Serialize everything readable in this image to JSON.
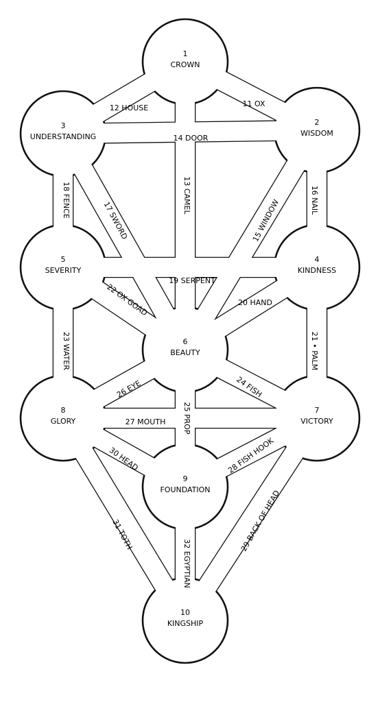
{
  "colors": {
    "fill": "#ffffff",
    "stroke": "#111111",
    "text": "#000000"
  },
  "sefirot": [
    {
      "id": "s1",
      "number": "1",
      "name": "CROWN"
    },
    {
      "id": "s2",
      "number": "2",
      "name": "WISDOM"
    },
    {
      "id": "s3",
      "number": "3",
      "name": "UNDERSTANDING"
    },
    {
      "id": "s4",
      "number": "4",
      "name": "KINDNESS"
    },
    {
      "id": "s5",
      "number": "5",
      "name": "SEVERITY"
    },
    {
      "id": "s6",
      "number": "6",
      "name": "BEAUTY"
    },
    {
      "id": "s7",
      "number": "7",
      "name": "VICTORY"
    },
    {
      "id": "s8",
      "number": "8",
      "name": "GLORY"
    },
    {
      "id": "s9",
      "number": "9",
      "name": "FOUNDATION"
    },
    {
      "id": "s10",
      "number": "10",
      "name": "KINGSHIP"
    }
  ],
  "paths": [
    {
      "id": "p11",
      "text": "11 OX"
    },
    {
      "id": "p12",
      "text": "12 HOUSE"
    },
    {
      "id": "p13",
      "text": "13 CAMEL"
    },
    {
      "id": "p14",
      "text": "14 DOOR"
    },
    {
      "id": "p15",
      "text": "15 WINDOW"
    },
    {
      "id": "p16",
      "text": "16 NAIL"
    },
    {
      "id": "p17",
      "text": "17 SWORD"
    },
    {
      "id": "p18",
      "text": "18 FENCE"
    },
    {
      "id": "p19",
      "text": "19 SERPENT"
    },
    {
      "id": "p20",
      "text": "20 HAND"
    },
    {
      "id": "p21",
      "text": "21 • PALM"
    },
    {
      "id": "p22",
      "text": "22 OX GOAD"
    },
    {
      "id": "p23",
      "text": "23 WATER"
    },
    {
      "id": "p24",
      "text": "24 FISH"
    },
    {
      "id": "p25",
      "text": "25 PROP"
    },
    {
      "id": "p26",
      "text": "26 EYE"
    },
    {
      "id": "p27",
      "text": "27 MOUTH"
    },
    {
      "id": "p28",
      "text": "28 FISH HOOK"
    },
    {
      "id": "p29",
      "text": "29 BACK OF HEAD"
    },
    {
      "id": "p30",
      "text": "30 HEAD"
    },
    {
      "id": "p31",
      "text": "31 TOTH"
    },
    {
      "id": "p32",
      "text": "32 EGYPTIAN"
    }
  ]
}
